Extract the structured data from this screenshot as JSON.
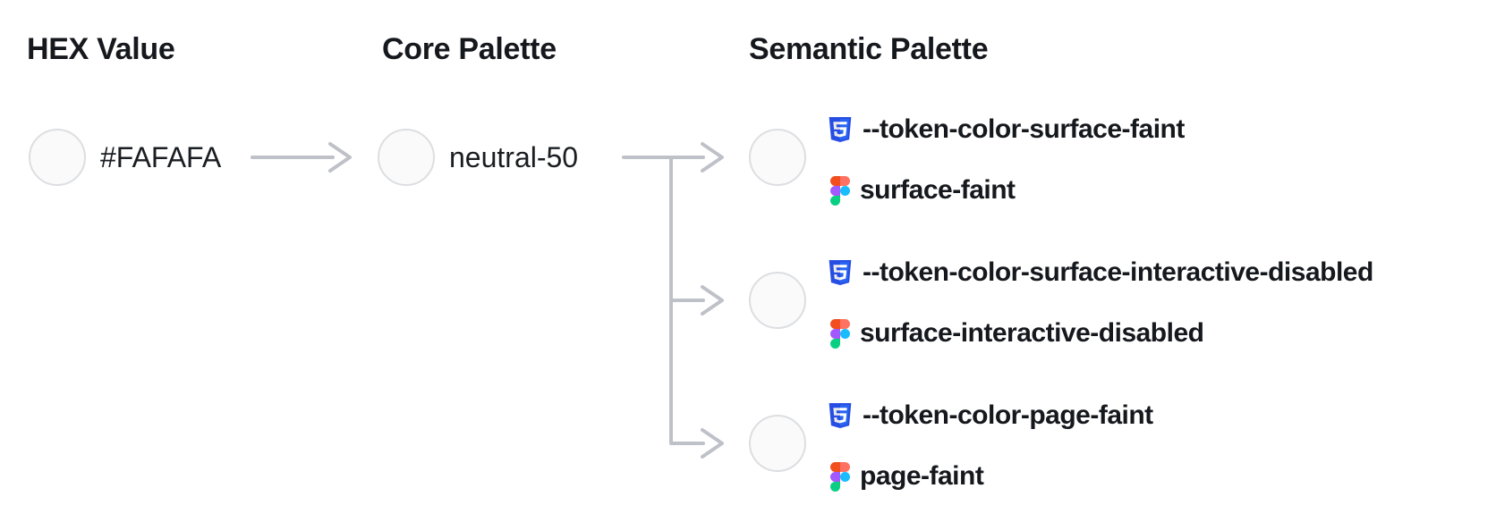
{
  "headings": {
    "hex": "HEX Value",
    "core": "Core Palette",
    "semantic": "Semantic Palette"
  },
  "hex_node": {
    "label": "#FAFAFA",
    "swatch_color": "#FAFAFA"
  },
  "core_node": {
    "label": "neutral-50",
    "swatch_color": "#FAFAFA"
  },
  "semantic_nodes": [
    {
      "css_token": "--token-color-surface-faint",
      "figma_token": "surface-faint",
      "swatch_color": "#FAFAFA"
    },
    {
      "css_token": "--token-color-surface-interactive-disabled",
      "figma_token": "surface-interactive-disabled",
      "swatch_color": "#FAFAFA"
    },
    {
      "css_token": "--token-color-page-faint",
      "figma_token": "page-faint",
      "swatch_color": "#FAFAFA"
    }
  ],
  "colors": {
    "connector": "#BEC1C8",
    "text": "#15181D",
    "swatch_fill": "#FAFAFA",
    "swatch_border": "#DCDEE1",
    "css_icon": {
      "shield_dark": "#264DE4",
      "shield_light": "#2965F1",
      "glyph_shadow": "#EBEBEB",
      "glyph": "#FFFFFF"
    },
    "figma_icon": {
      "red": "#F24E1E",
      "salmon": "#FF7262",
      "purple": "#A259FF",
      "blue": "#1ABCFE",
      "green": "#0ACF83"
    }
  }
}
